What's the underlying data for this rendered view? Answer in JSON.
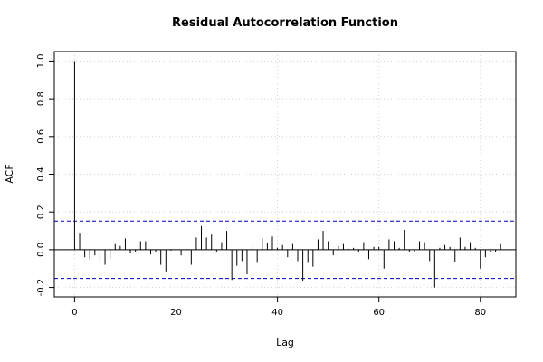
{
  "chart_data": {
    "type": "bar",
    "style": "acf-spikes",
    "title": "Residual Autocorrelation Function",
    "xlabel": "Lag",
    "ylabel": "ACF",
    "xlim": [
      -4,
      87
    ],
    "ylim": [
      -0.25,
      1.05
    ],
    "xticks": [
      0,
      20,
      40,
      60,
      80
    ],
    "yticks": [
      -0.2,
      0.0,
      0.2,
      0.4,
      0.6,
      0.8,
      1.0
    ],
    "ytick_labels": [
      "-0.2",
      "0.0",
      "0.2",
      "0.4",
      "0.6",
      "0.8",
      "1.0"
    ],
    "grid": true,
    "confidence_band": 0.152,
    "confidence_color": "#0000cc",
    "spike_color": "#000000",
    "lags": [
      0,
      1,
      2,
      3,
      4,
      5,
      6,
      7,
      8,
      9,
      10,
      11,
      12,
      13,
      14,
      15,
      16,
      17,
      18,
      19,
      20,
      21,
      22,
      23,
      24,
      25,
      26,
      27,
      28,
      29,
      30,
      31,
      32,
      33,
      34,
      35,
      36,
      37,
      38,
      39,
      40,
      41,
      42,
      43,
      44,
      45,
      46,
      47,
      48,
      49,
      50,
      51,
      52,
      53,
      54,
      55,
      56,
      57,
      58,
      59,
      60,
      61,
      62,
      63,
      64,
      65,
      66,
      67,
      68,
      69,
      70,
      71,
      72,
      73,
      74,
      75,
      76,
      77,
      78,
      79,
      80,
      81,
      82,
      83,
      84
    ],
    "values": [
      1.0,
      0.085,
      -0.04,
      -0.05,
      -0.03,
      -0.06,
      -0.08,
      -0.05,
      0.03,
      0.02,
      0.06,
      -0.02,
      -0.015,
      0.045,
      0.045,
      -0.025,
      -0.015,
      -0.08,
      -0.12,
      -0.005,
      -0.03,
      -0.03,
      0.005,
      -0.08,
      0.065,
      0.125,
      0.065,
      0.08,
      -0.01,
      0.04,
      0.1,
      -0.16,
      -0.085,
      -0.06,
      -0.13,
      0.025,
      -0.07,
      0.06,
      0.035,
      0.07,
      0.01,
      0.025,
      -0.04,
      0.03,
      -0.06,
      -0.165,
      -0.07,
      -0.09,
      0.055,
      0.1,
      0.045,
      -0.03,
      0.02,
      0.03,
      0.005,
      0.01,
      -0.015,
      0.04,
      -0.05,
      0.015,
      0.015,
      -0.1,
      0.055,
      0.045,
      0.01,
      0.105,
      -0.01,
      -0.015,
      0.045,
      0.04,
      -0.06,
      -0.2,
      0.01,
      0.025,
      0.015,
      -0.065,
      0.065,
      0.015,
      0.04,
      0.01,
      -0.1,
      -0.04,
      -0.015,
      -0.01,
      0.03
    ]
  }
}
